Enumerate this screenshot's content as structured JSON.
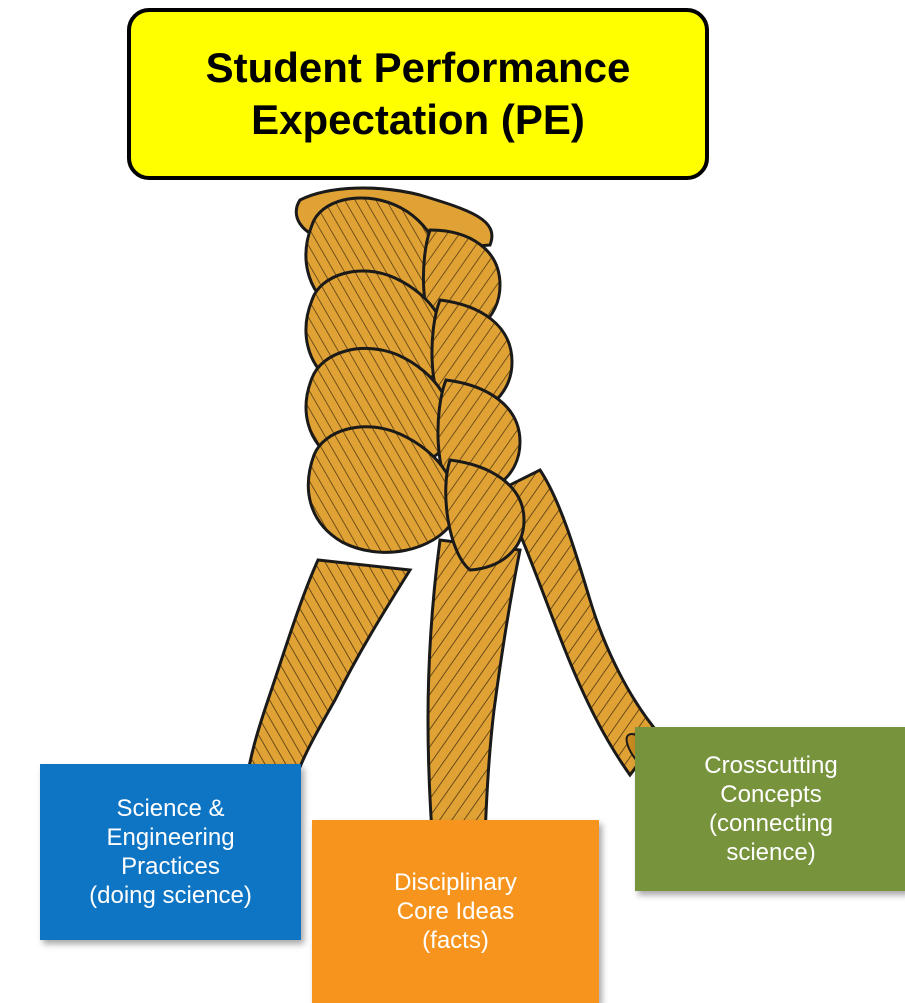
{
  "title": {
    "line1": "Student Performance",
    "line2": "Expectation (PE)"
  },
  "strands": {
    "practices": {
      "line1": "Science &",
      "line2": "Engineering",
      "line3": "Practices",
      "line4": "(doing science)"
    },
    "core_ideas": {
      "line1": "Disciplinary",
      "line2": "Core Ideas",
      "line3": "(facts)"
    },
    "crosscutting": {
      "line1": "Crosscutting",
      "line2": "Concepts",
      "line3": "(connecting",
      "line4": "science)"
    }
  },
  "colors": {
    "title_fill": "#ffff00",
    "rope": "#e0a234",
    "rope_stroke": "#1a1a1a",
    "practices": "#0e75c4",
    "core_ideas": "#f7941d",
    "crosscutting": "#77933c"
  },
  "icons": {
    "rope": "braided-rope-illustration"
  }
}
